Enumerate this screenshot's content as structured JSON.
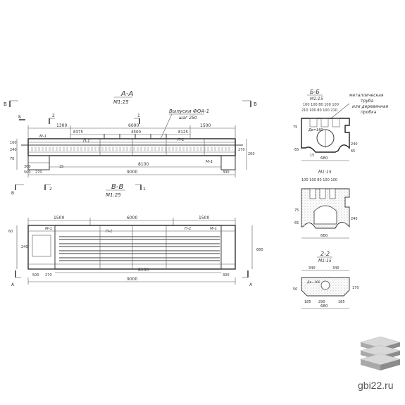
{
  "titles": {
    "aa": "А-А",
    "aa_scale": "М1:25",
    "vv": "В-В",
    "vv_scale": "М1:25",
    "bb": "Б-Б",
    "bb_scale": "М1:15",
    "gg_scale": "М1:15",
    "s22": "2-2",
    "s22_scale": "М1:15"
  },
  "section_marks": {
    "v": "В",
    "b": "Б",
    "two": "2",
    "one": "1",
    "a": "А"
  },
  "callouts": {
    "outlets": "Выпуски ФОА-1",
    "step": "шаг 250",
    "pipe_line1": "металлическая",
    "pipe_line2": "труба",
    "pipe_line3": "или деревянная",
    "pipe_line4": "пробка"
  },
  "labels": {
    "m1": "М-1",
    "p1": "П-1",
    "p1_top": "П-1",
    "m2": "М-1"
  },
  "dims_top": {
    "d1300": "1300",
    "d6000": "6000",
    "d1500": "1500",
    "d8375a": "8375",
    "d4500": "4500",
    "d8125": "8125",
    "d8100": "8100",
    "d9000": "9000",
    "d270": "270",
    "d15": "15",
    "d300": "300",
    "d500": "500",
    "d240": "240",
    "d100": "100",
    "d70": "70",
    "d200": "200"
  },
  "dims_plan": {
    "d1500a": "1500",
    "d6000": "6000",
    "d1500b": "1500",
    "d8100": "8100",
    "d9000": "9000",
    "d270": "270",
    "d300": "300",
    "d500": "500",
    "d680": "680",
    "d60": "60"
  },
  "dims_bb": {
    "top": "100 100 80 100 100",
    "second": "210 100 80 100 210",
    "w680": "680",
    "h65": "65",
    "h75": "75",
    "h240": "240",
    "db": "Дв=160",
    "c15": "15"
  },
  "dims_22": {
    "w340a": "340",
    "w340b": "340",
    "w680": "680",
    "b185": "185",
    "b290": "290",
    "b185b": "185",
    "db": "Дв=160",
    "h50": "50",
    "h170": "170"
  },
  "watermark": {
    "site": "gbi22.ru"
  },
  "icon": "stacked-slabs-icon"
}
